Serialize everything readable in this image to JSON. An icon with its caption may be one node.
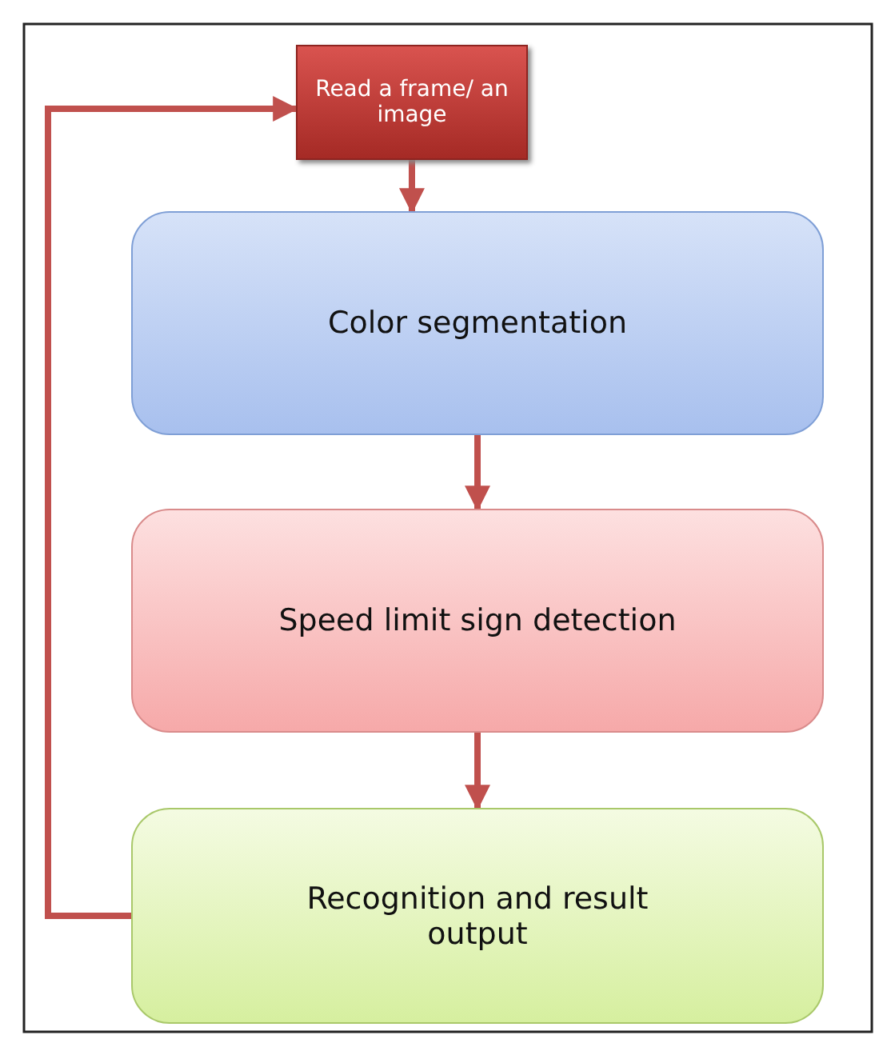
{
  "diagram": {
    "nodes": [
      {
        "text": [
          "Read a frame/ an image"
        ]
      },
      {
        "text": [
          "Color segmentation"
        ]
      },
      {
        "text": [
          "Speed limit sign detection"
        ]
      },
      {
        "text": [
          "Recognition and result output"
        ]
      }
    ],
    "edges": [
      {
        "from": 0,
        "to": 1,
        "arrow": "to"
      },
      {
        "from": 1,
        "to": 2,
        "arrow": "to"
      },
      {
        "from": 2,
        "to": 3,
        "arrow": "to"
      },
      {
        "from": 3,
        "to": 0,
        "arrow": "to"
      }
    ]
  }
}
